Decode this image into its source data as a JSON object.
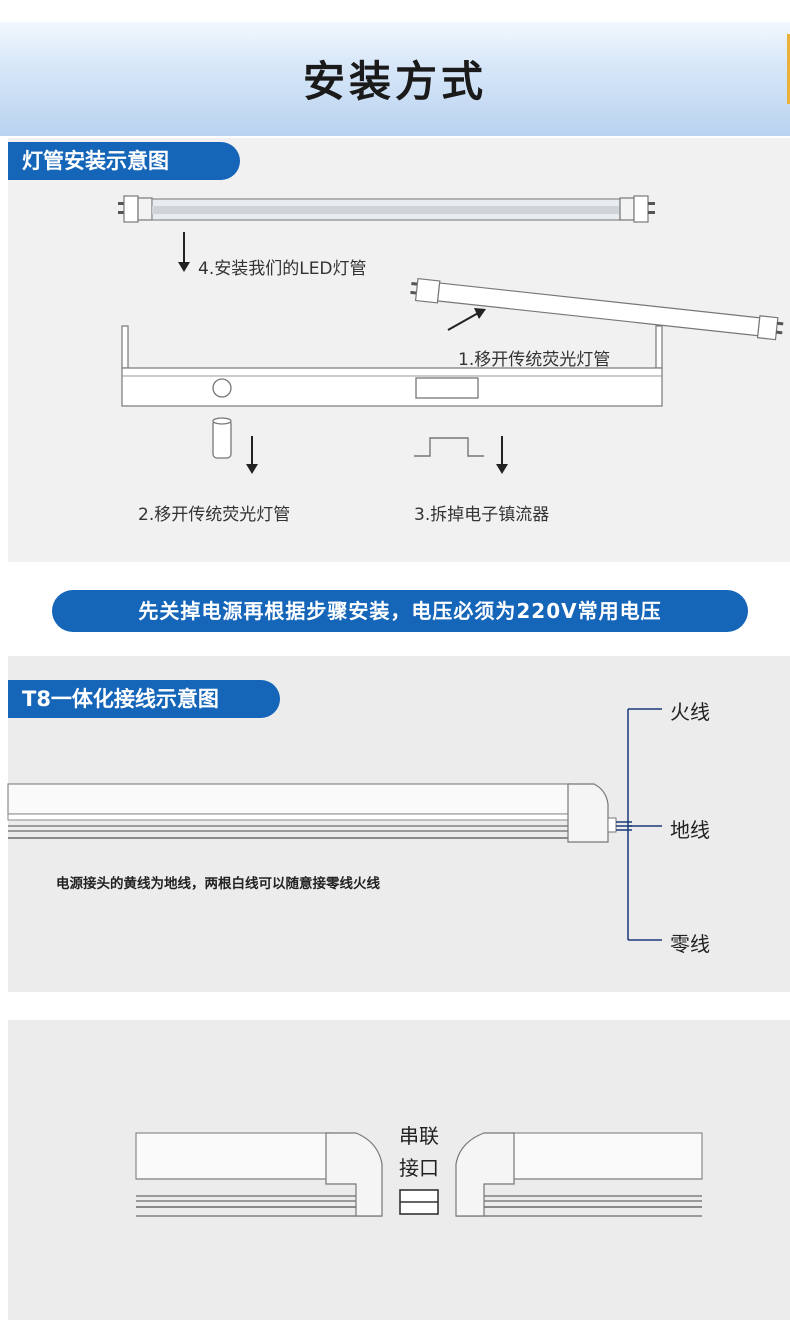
{
  "header": {
    "title": "安装方式"
  },
  "section1": {
    "title": "灯管安装示意图",
    "step4": "4.安装我们的LED灯管",
    "step1": "1.移开传统荧光灯管",
    "step2": "2.移开传统荧光灯管",
    "step3": "3.拆掉电子镇流器"
  },
  "banner": {
    "text": "先关掉电源再根据步骤安装，电压必须为220V常用电压"
  },
  "section2": {
    "title": "T8一体化接线示意图",
    "wire_live": "火线",
    "wire_ground": "地线",
    "wire_neutral": "零线",
    "note": "电源接头的黄线为地线，两根白线可以随意接零线火线"
  },
  "section3": {
    "label_line1": "串联",
    "label_line2": "接口"
  },
  "colors": {
    "accent_blue": "#1565b8",
    "header_gold": "#e8b23a",
    "wire_blue": "#1a3a7a"
  }
}
